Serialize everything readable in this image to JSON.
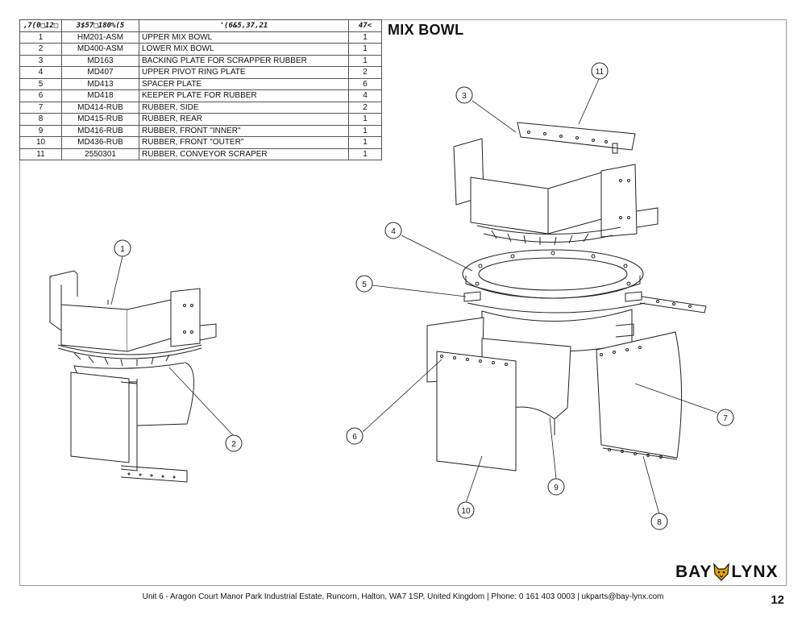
{
  "title": "MIX BOWL",
  "bom": {
    "headers": {
      "item": ",7(0□12□",
      "part": "3$57□180%(5",
      "desc": "'(6&5,37,21",
      "qty": "47<"
    },
    "rows": [
      {
        "item": "1",
        "part": "HM201-ASM",
        "desc": "UPPER MIX BOWL",
        "qty": "1"
      },
      {
        "item": "2",
        "part": "MD400-ASM",
        "desc": "LOWER MIX BOWL",
        "qty": "1"
      },
      {
        "item": "3",
        "part": "MD163",
        "desc": "BACKING PLATE FOR SCRAPPER RUBBER",
        "qty": "1"
      },
      {
        "item": "4",
        "part": "MD407",
        "desc": "UPPER PIVOT RING PLATE",
        "qty": "2"
      },
      {
        "item": "5",
        "part": "MD413",
        "desc": "SPACER PLATE",
        "qty": "6"
      },
      {
        "item": "6",
        "part": "MD418",
        "desc": "KEEPER PLATE FOR RUBBER",
        "qty": "4"
      },
      {
        "item": "7",
        "part": "MD414-RUB",
        "desc": "RUBBER, SIDE",
        "qty": "2"
      },
      {
        "item": "8",
        "part": "MD415-RUB",
        "desc": "RUBBER, REAR",
        "qty": "1"
      },
      {
        "item": "9",
        "part": "MD416-RUB",
        "desc": "RUBBER, FRONT \"INNER\"",
        "qty": "1"
      },
      {
        "item": "10",
        "part": "MD436-RUB",
        "desc": "RUBBER, FRONT \"OUTER\"",
        "qty": "1"
      },
      {
        "item": "11",
        "part": "2550301",
        "desc": "RUBBER, CONVEYOR SCRAPER",
        "qty": "1"
      }
    ]
  },
  "balloons": [
    "1",
    "2",
    "3",
    "4",
    "5",
    "6",
    "7",
    "8",
    "9",
    "10",
    "11"
  ],
  "logo": {
    "left": "BAY",
    "right": "LYNX",
    "icon": "lynx-head-icon"
  },
  "footer": "Unit 6 - Aragon Court Manor Park Industrial Estate, Runcorn, Halton, WA7 1SP, United Kingdom  |  Phone: 0 161 403 0003  |  ukparts@bay-lynx.com",
  "page_number": "12",
  "colors": {
    "line": "#222222",
    "border": "#9a9a9a",
    "logo_accent": "#e8a400"
  }
}
